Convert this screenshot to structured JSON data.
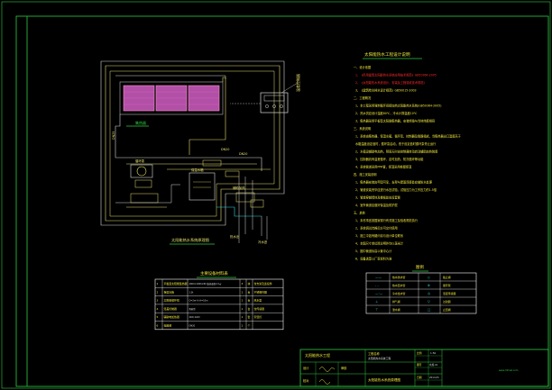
{
  "drawing": {
    "schematic_caption": "太阳能热水系统原理图",
    "notes_title": "太阳能热水工程设计说明",
    "controller_label": "温差控制器",
    "collector_label": "集热器",
    "tank_label": "保温水箱",
    "pump_label": "循环泵",
    "cold_in_label": "冷水进",
    "hot_out_label": "热水出",
    "aux_label": "辅助加热"
  },
  "notes": {
    "lines": [
      "一、设计依据",
      "1、《民用建筑太阳能热水系统应用技术规范》GB50364-2005",
      "2、《太阳能热水系统设计、安装及工程验收技术规范》",
      "3、《建筑给水排水设计规范》GB50015-2003",
      "二、工程概况",
      "1、本工程采用强制循环间接加热太阳能热水系统(GB50364-2005)",
      "2、热水供应设计温度60℃，冷水计算温度10℃",
      "3、集热器采用平板型太阳能集热器，安装倾角与当地纬度相同",
      "三、系统说明",
      "1、系统由集热器、保温水箱、循环泵、控制器及管路组成，当集热器出口温度高于",
      "水箱温度设定值时，循环泵启动，低于设定值时循环泵停止运行",
      "2、水箱设辅助电加热，阴雨天时由控制器自动启动辅助加热装置",
      "3、控制器具有温差循环、定时加热、防冻循环等功能",
      "4、系统管道采用PPR管，保温采用橡塑保温",
      "四、施工安装说明",
      "1、集热器安装应牢固可靠，支架与屋面连接处应做防水处理",
      "2、管道安装完毕应进行水压试验，试验压力为工作压力的1.5倍",
      "3、管道穿越墙体及楼板处应设套管",
      "4、室外管道应做好保温及防护层",
      "五、其他",
      "1、未尽事宜按国家现行有关施工及验收规范执行",
      "2、系统调试合格后方可交付使用",
      "3、施工中如有疑问请与设计单位联系",
      "4、本图尺寸单位除注明外均以毫米计",
      "5、图中管道标高以管中心计",
      "6、设备选型以厂家资料为准"
    ]
  },
  "equipment_table": {
    "title": "主要设备材料表",
    "rows": [
      [
        "1",
        "平板型太阳能集热器",
        "2000×1000×80  集热面积2.0㎡",
        "3",
        "块",
        "含支架及连接件"
      ],
      [
        "2",
        "保温水箱",
        "1.0t",
        "1",
        "台",
        "不锈钢内胆"
      ],
      [
        "3",
        "太阳能循环泵",
        "Q=2m³/h H=10m",
        "1",
        "台",
        "热水型"
      ],
      [
        "4",
        "温差控制器",
        "智能型",
        "1",
        "台",
        "含传感器"
      ],
      [
        "5",
        "辅助电加热器",
        "3kW 220V",
        "1",
        "套",
        "带温控"
      ],
      [
        "6",
        "电磁阀",
        "DN20",
        "1",
        "个",
        ""
      ]
    ]
  },
  "legend_table": {
    "title": "图例",
    "rows": [
      [
        "——",
        "热水供水管",
        "◇",
        "截止阀"
      ],
      [
        "- -",
        "热水回水管",
        "⊗",
        "循环泵"
      ],
      [
        "—·—",
        "冷水给水管",
        "◎",
        "温度传感器"
      ],
      [
        "⊥",
        "排气阀",
        "▽",
        "过滤器"
      ],
      [
        "⊤",
        "泄水阀",
        "□",
        "止回阀"
      ]
    ]
  },
  "title_block": {
    "company": "太阳能热水工程",
    "project_label": "工程名称",
    "project_value": "太阳能热水系统工程",
    "drawing_name": "太阳能热水系统原理图",
    "scale_label": "比例",
    "scale_value": "1:50",
    "sheet_label": "图号",
    "sheet_value": "水施-01",
    "date_label": "日期",
    "date_value": "2014.05",
    "designer_label": "设计",
    "checker_label": "校对",
    "approver_label": "审核",
    "stamp_note": "www.mfcad.com"
  },
  "colors": {
    "frame": "#2ecc40",
    "pipe_yellow": "#e8e070",
    "pipe_white": "#d8d8d8",
    "panel_fill": "#b24fa6",
    "panel_grid": "#ff8fd0",
    "note_red": "#ff2a2a",
    "note_yellow": "#f2ea3c",
    "table_line": "#ffffff",
    "accent_cyan": "#35d4e8"
  }
}
